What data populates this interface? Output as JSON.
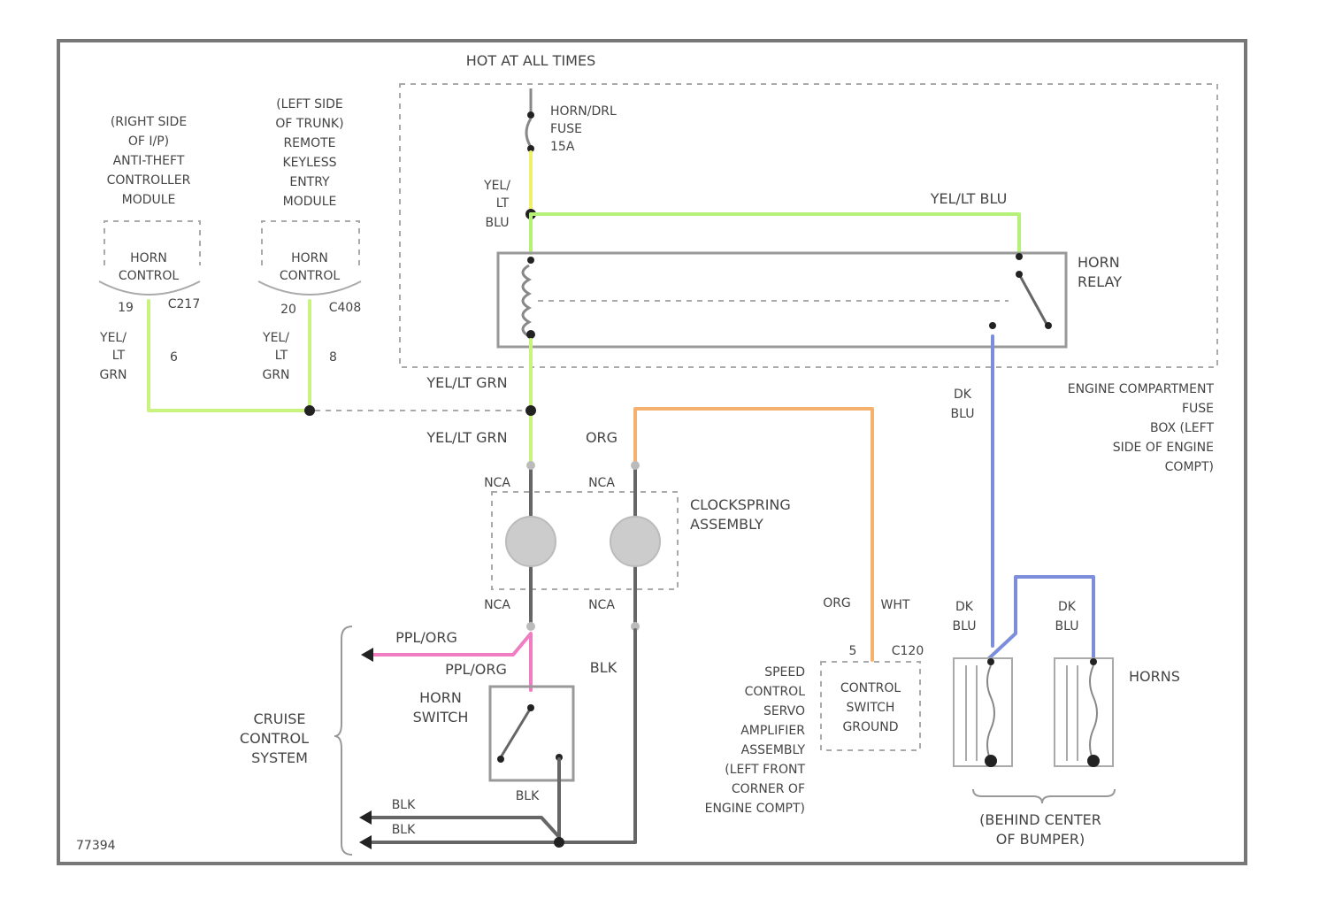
{
  "colors": {
    "yel": "#f0f070",
    "yel_lt_blu": "#b6f27a",
    "yel_lt_grn": "#c9f27e",
    "org": "#f5b26e",
    "dk_blu": "#7c8edb",
    "ppl_org": "#f07cc1",
    "blk": "#666666",
    "frame": "#777777"
  },
  "labels": {
    "hot_at_all_times": "HOT AT ALL TIMES",
    "horn_drl_fuse": [
      "HORN/DRL",
      "FUSE",
      "15A"
    ],
    "yel_lt_blu_vert": [
      "YEL/",
      "LT",
      "BLU"
    ],
    "yel_lt_blu_horiz": "YEL/LT BLU",
    "horn_relay": [
      "HORN",
      "RELAY"
    ],
    "right_side_module": [
      "(RIGHT SIDE",
      "OF I/P)",
      "ANTI-THEFT",
      "CONTROLLER",
      "MODULE"
    ],
    "left_side_module": [
      "(LEFT SIDE",
      "OF TRUNK)",
      "REMOTE",
      "KEYLESS",
      "ENTRY",
      "MODULE"
    ],
    "horn_control": [
      "HORN",
      "CONTROL"
    ],
    "pin_19": "19",
    "conn_c217": "C217",
    "pin_20": "20",
    "conn_c408": "C408",
    "yel_lt_grn_vert": [
      "YEL/",
      "LT",
      "GRN"
    ],
    "tag_6": "6",
    "tag_8": "8",
    "yel_lt_grn_1": "YEL/LT GRN",
    "yel_lt_grn_2": "YEL/LT GRN",
    "org_1": "ORG",
    "dk_blu_vert": [
      "DK",
      "BLU"
    ],
    "engine_fuse_box": [
      "ENGINE COMPARTMENT",
      "FUSE",
      "BOX (LEFT",
      "SIDE OF ENGINE",
      "COMPT)"
    ],
    "nca": "NCA",
    "clockspring": [
      "CLOCKSPRING",
      "ASSEMBLY"
    ],
    "org_2": "ORG",
    "wht": "WHT",
    "ppl_org_1": "PPL/ORG",
    "ppl_org_2": "PPL/ORG",
    "blk_1": "BLK",
    "horn_switch": [
      "HORN",
      "SWITCH"
    ],
    "cruise_control": [
      "CRUISE",
      "CONTROL",
      "SYSTEM"
    ],
    "speed_control": [
      "SPEED",
      "CONTROL",
      "SERVO",
      "AMPLIFIER",
      "ASSEMBLY",
      "(LEFT FRONT",
      "CORNER OF",
      "ENGINE COMPT)"
    ],
    "pin_5": "5",
    "conn_c120": "C120",
    "control_switch_ground": [
      "CONTROL",
      "SWITCH",
      "GROUND"
    ],
    "blk_2": "BLK",
    "blk_3": "BLK",
    "blk_4": "BLK",
    "horns": "HORNS",
    "behind_bumper": [
      "(BEHIND CENTER",
      "OF BUMPER)"
    ],
    "fig_id": "77394"
  }
}
